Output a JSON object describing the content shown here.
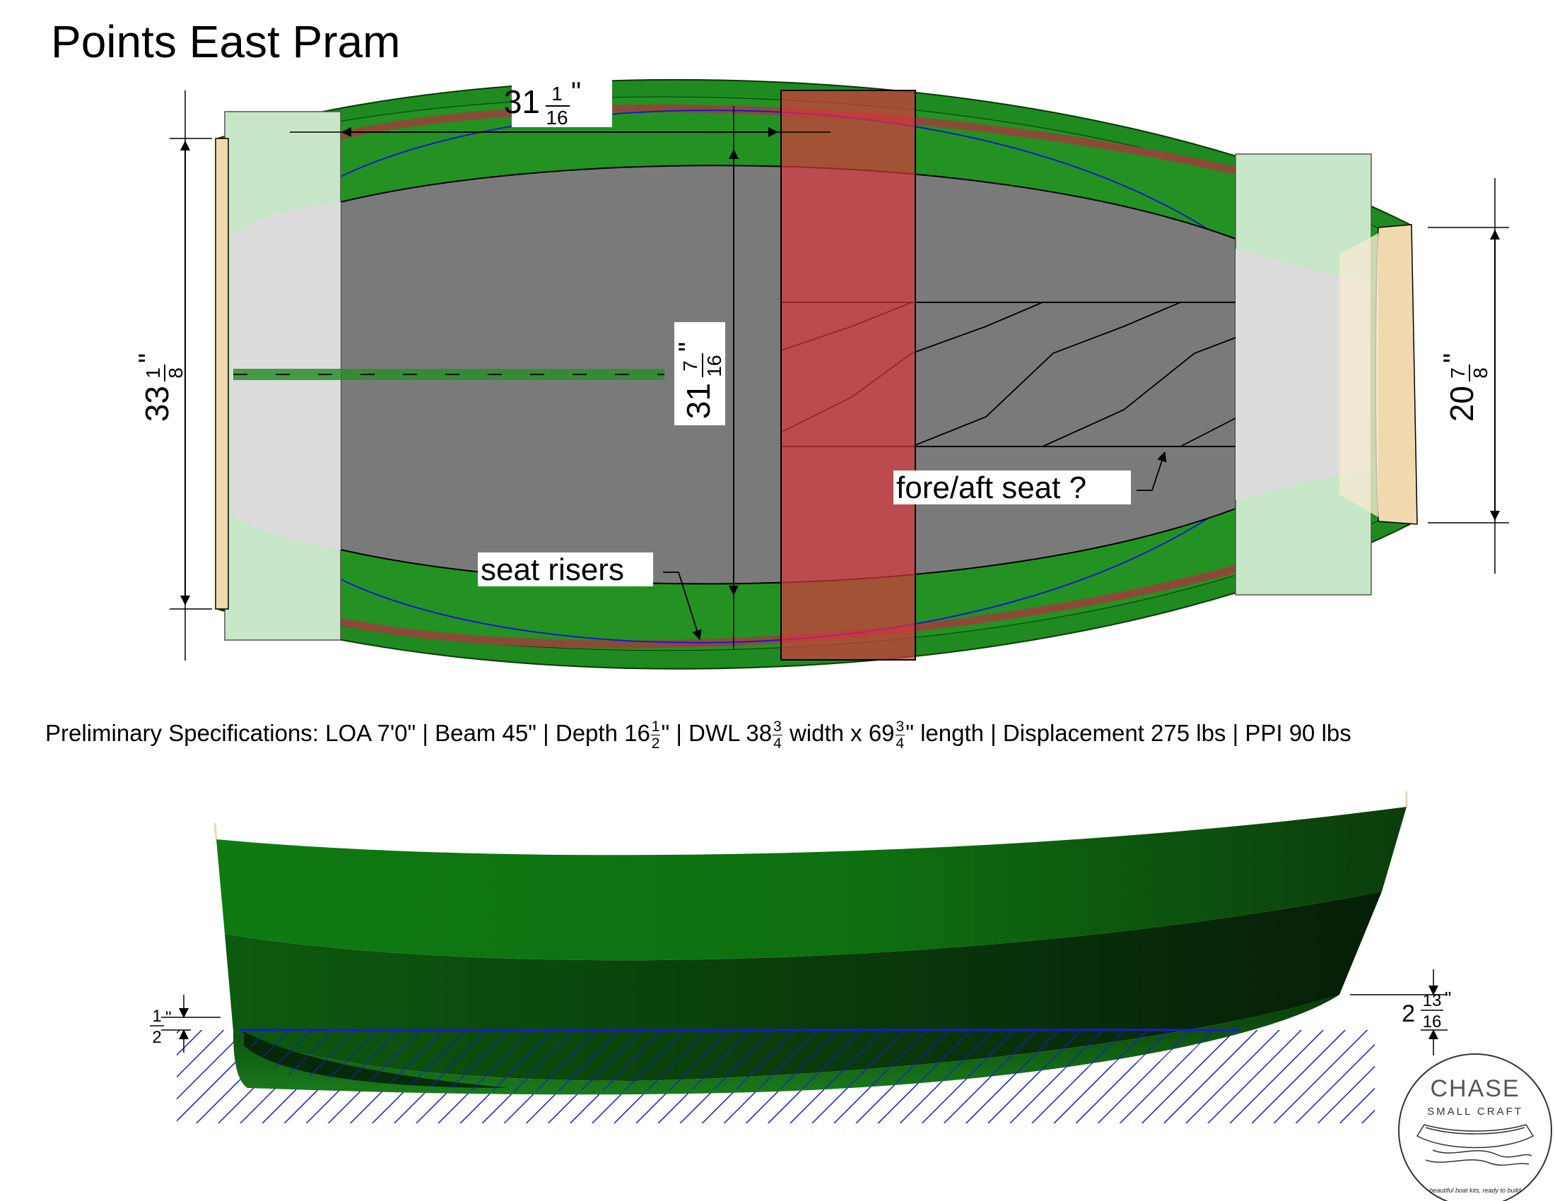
{
  "title": "Points East Pram",
  "specs": {
    "lead": "Preliminary Specifications: LOA 7'0\" | Beam 45\" | Depth 16",
    "depth_frac": {
      "num": "1",
      "den": "2"
    },
    "after_depth": "\" | DWL 38",
    "dwl_width_frac": {
      "num": "3",
      "den": "4"
    },
    "after_width": " width x 69",
    "dwl_length_frac": {
      "num": "3",
      "den": "4"
    },
    "tail": "\" length | Displacement 275 lbs | PPI 90 lbs"
  },
  "dimensions": {
    "stern_width": {
      "whole": "33",
      "num": "1",
      "den": "8",
      "unit": "\""
    },
    "bow_width": {
      "whole": "20",
      "num": "7",
      "den": "8",
      "unit": "\""
    },
    "seat_length": {
      "whole": "31",
      "num": "1",
      "den": "16",
      "unit": "\""
    },
    "inner_width": {
      "whole": "31",
      "num": "7",
      "den": "16",
      "unit": "\""
    },
    "transom_depth_side": {
      "num": "1",
      "den": "2",
      "unit": "\""
    },
    "bow_depth_side": {
      "whole": "2",
      "num": "13",
      "den": "16",
      "unit": "\""
    }
  },
  "labels": {
    "fore_aft_seat": "fore/aft seat ?",
    "seat_risers": "seat risers"
  },
  "logo": {
    "name": "CHASE",
    "sub": "SMALL CRAFT",
    "tagline": "beautiful boat kits, ready to build"
  },
  "colors": {
    "hull_green": "#1f8a1f",
    "hull_dark": "#0a4a0a",
    "floor_gray": "#7a7a7a",
    "seat_red": "#b5454a",
    "transom_tan": "#f0d9ae",
    "riser_brown": "#8b4a38",
    "waterline_blue": "#1a1ad0"
  }
}
